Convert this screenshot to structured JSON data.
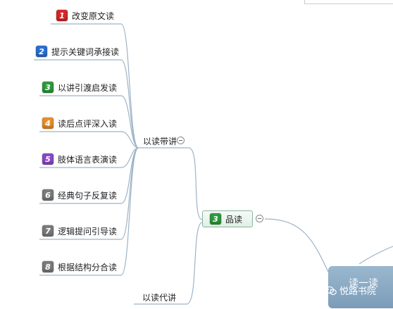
{
  "branches": [
    {
      "label": "以读带讲",
      "items": [
        {
          "num": "1",
          "color": "#d8262a",
          "label": "改变原文读"
        },
        {
          "num": "2",
          "color": "#2a6fd0",
          "label": "提示关键词承接读"
        },
        {
          "num": "3",
          "color": "#2e9a3c",
          "label": "以讲引渡启发读"
        },
        {
          "num": "4",
          "color": "#e8902a",
          "label": "读后点评深入读"
        },
        {
          "num": "5",
          "color": "#8a49c9",
          "label": "肢体语言表演读"
        },
        {
          "num": "6",
          "color": "#7b7b7b",
          "label": "经典句子反复读"
        },
        {
          "num": "7",
          "color": "#7b7b7b",
          "label": "逻辑提问引导读"
        },
        {
          "num": "8",
          "color": "#7b7b7b",
          "label": "根据结构分合读"
        }
      ]
    },
    {
      "label": "以读代讲",
      "items": []
    }
  ],
  "mid_node": {
    "num": "3",
    "color": "#2e9a3c",
    "label": "品读"
  },
  "root_node": {
    "label": "读一读"
  },
  "watermark": {
    "label": "悦路书院"
  }
}
